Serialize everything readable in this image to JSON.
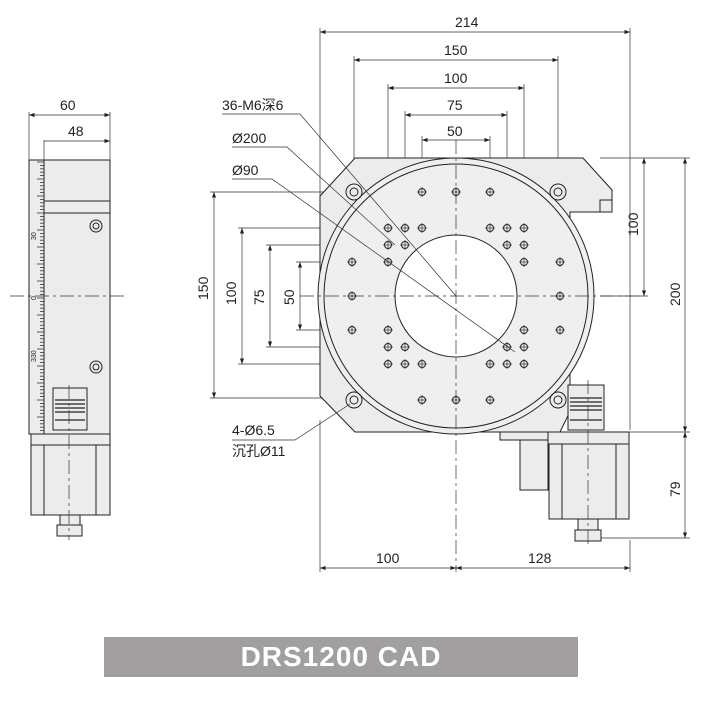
{
  "title": "DRS1200 CAD",
  "side_view": {
    "dims": {
      "width_total": "60",
      "width_top": "48"
    },
    "scale_labels": [
      "30",
      "0",
      "330"
    ]
  },
  "top_view": {
    "dims": {
      "overall_width": "214",
      "bolt_150": "150",
      "bolt_100": "100",
      "bolt_75": "75",
      "bolt_50": "50",
      "v_150": "150",
      "v_100": "100",
      "v_75": "75",
      "v_50": "50",
      "right_100": "100",
      "right_200": "200",
      "motor_79": "79",
      "bottom_100": "100",
      "bottom_128": "128"
    },
    "callouts": {
      "threaded_holes": "36-M6深6",
      "outer_diameter": "Ø200",
      "inner_diameter": "Ø90",
      "mount_holes": "4-Ø6.5",
      "counterbore": "沉孔Ø11"
    }
  }
}
